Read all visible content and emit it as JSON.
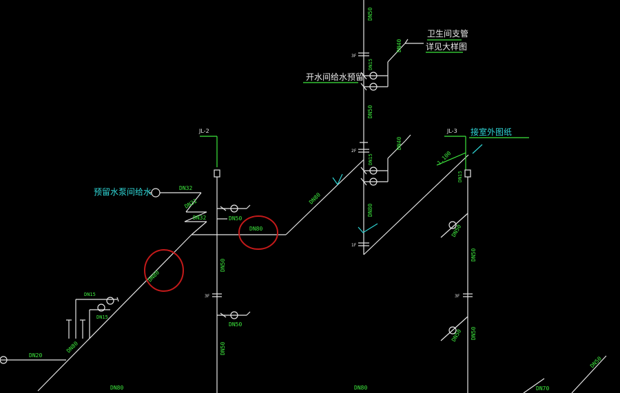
{
  "labels": {
    "toilet_branch_1": "卫生间支管",
    "toilet_branch_2": "详见大样图",
    "tea_room_reserve": "开水间给水预留",
    "pump_room_reserve": "预留水泵间给水",
    "connect_outdoor": "接室外图纸",
    "riser_jl2": "JL-2",
    "riser_jl3": "JL-3",
    "slope": "1.100",
    "floor_3f_a": "3F",
    "floor_2f_a": "2F",
    "floor_1f_a": "1F",
    "floor_3f_b": "3F",
    "floor_3f_c": "3F"
  },
  "pipe_sizes": {
    "dn50_top": "DN50",
    "dn40_upper": "DN40",
    "dn15_upper": "DN15",
    "dn50_mid_riser": "DN50",
    "dn40_mid": "DN40",
    "dn15_mid": "DN15",
    "dn80_riser_right": "DN80",
    "dn80_diag": "DN80",
    "dn80_horizontal": "DN80",
    "dn32_a": "DN32",
    "dn32_b": "DN32",
    "dn32_c": "DN32",
    "dn50_jl2_a": "DN50",
    "dn50_jl2_riser": "DN50",
    "dn50_jl2_b": "DN50",
    "dn50_jl2_riser_low": "DN50",
    "dn80_left_diag": "DN80",
    "dn15_left_a": "DN15",
    "dn15_left_b": "DN15",
    "dn80_left_low": "DN80",
    "dn20": "DN20",
    "dn80_bottom_a": "DN80",
    "dn80_bottom_b": "DN80",
    "dn15_jl3": "DN15",
    "dn50_jl3_a": "DN50",
    "dn50_jl3_riser": "DN50",
    "dn50_jl3_b": "DN50",
    "dn50_jl3_riser_low": "DN50",
    "dn70_bottom": "DN70",
    "dn50_bottom_right": "DN50"
  },
  "colors": {
    "background": "#000000",
    "pipe": "#e8e8e8",
    "annotation": "#2fd6d6",
    "dimension": "#3ee83e",
    "markup": "#c41a1a"
  }
}
